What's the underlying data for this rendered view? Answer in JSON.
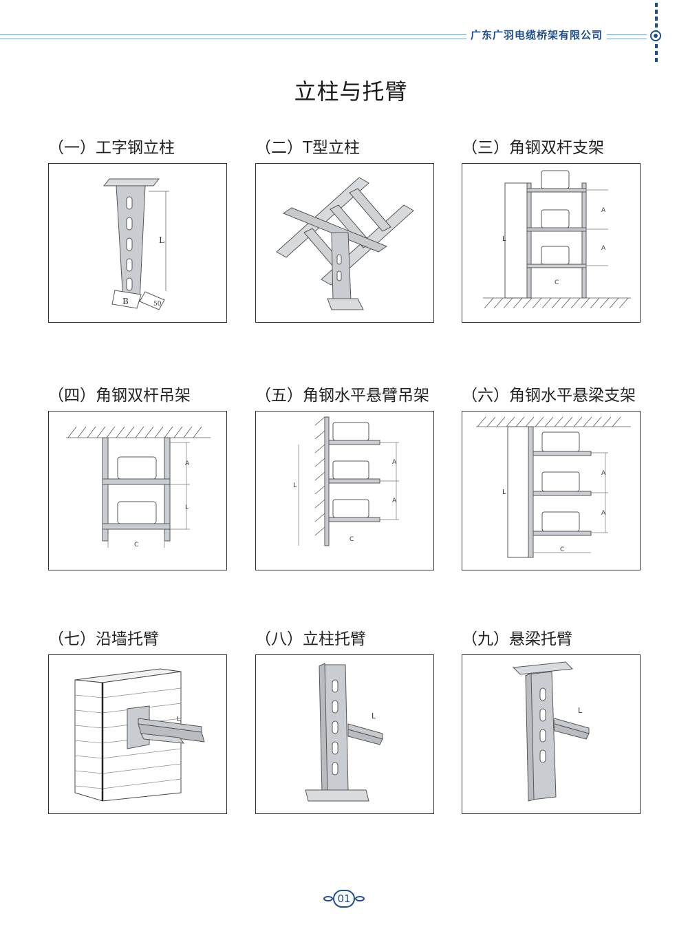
{
  "header": {
    "company": "广东广羽电缆桥架有限公司"
  },
  "page_title": "立柱与托臂",
  "figures": [
    {
      "label": "（一）工字钢立柱",
      "dims": [
        "L",
        "B",
        "50"
      ]
    },
    {
      "label": "（二）T型立柱"
    },
    {
      "label": "（三）角钢双杆支架",
      "dims": [
        "L",
        "A",
        "A",
        "C"
      ]
    },
    {
      "label": "（四）角钢双杆吊架",
      "dims": [
        "A",
        "L",
        "C"
      ]
    },
    {
      "label": "（五）角钢水平悬臂吊架",
      "dims": [
        "L",
        "A",
        "A",
        "C"
      ]
    },
    {
      "label": "（六）角钢水平悬梁支架",
      "dims": [
        "L",
        "A",
        "A",
        "C"
      ]
    },
    {
      "label": "（七）沿墙托臂",
      "dims": [
        "L"
      ]
    },
    {
      "label": "（八）立柱托臂",
      "dims": [
        "L"
      ]
    },
    {
      "label": "（九）悬梁托臂",
      "dims": [
        "L"
      ]
    }
  ],
  "footer": {
    "page_number": "01"
  },
  "colors": {
    "accent": "#1f4e8c",
    "rule": "#7aa6cf",
    "steel": "#c9cdd1"
  }
}
